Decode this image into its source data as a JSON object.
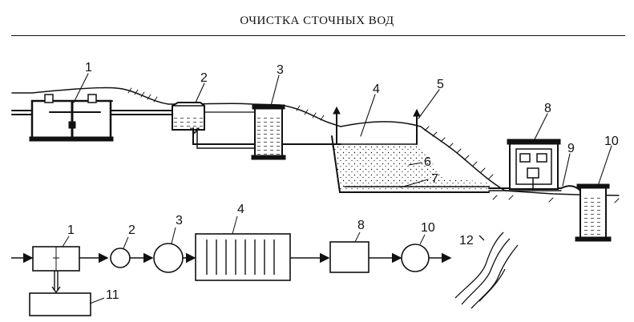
{
  "header": {
    "title": "ОЧИСТКА СТОЧНЫХ ВОД"
  },
  "top_labels": {
    "septic_tank": "1",
    "tank_2": "2",
    "well_3": "3",
    "filter_bed": "4",
    "vent_pipe": "5",
    "filter_media": "6",
    "drain_pipe": "7",
    "house_8": "8",
    "pipe_9": "9",
    "well_10": "10"
  },
  "flow_labels": {
    "block_1": "1",
    "circle_2": "2",
    "circle_3": "3",
    "block_4": "4",
    "block_8": "8",
    "circle_10": "10",
    "block_11": "11",
    "river_12": "12"
  },
  "colors": {
    "ink": "#111111",
    "paper": "#ffffff"
  }
}
